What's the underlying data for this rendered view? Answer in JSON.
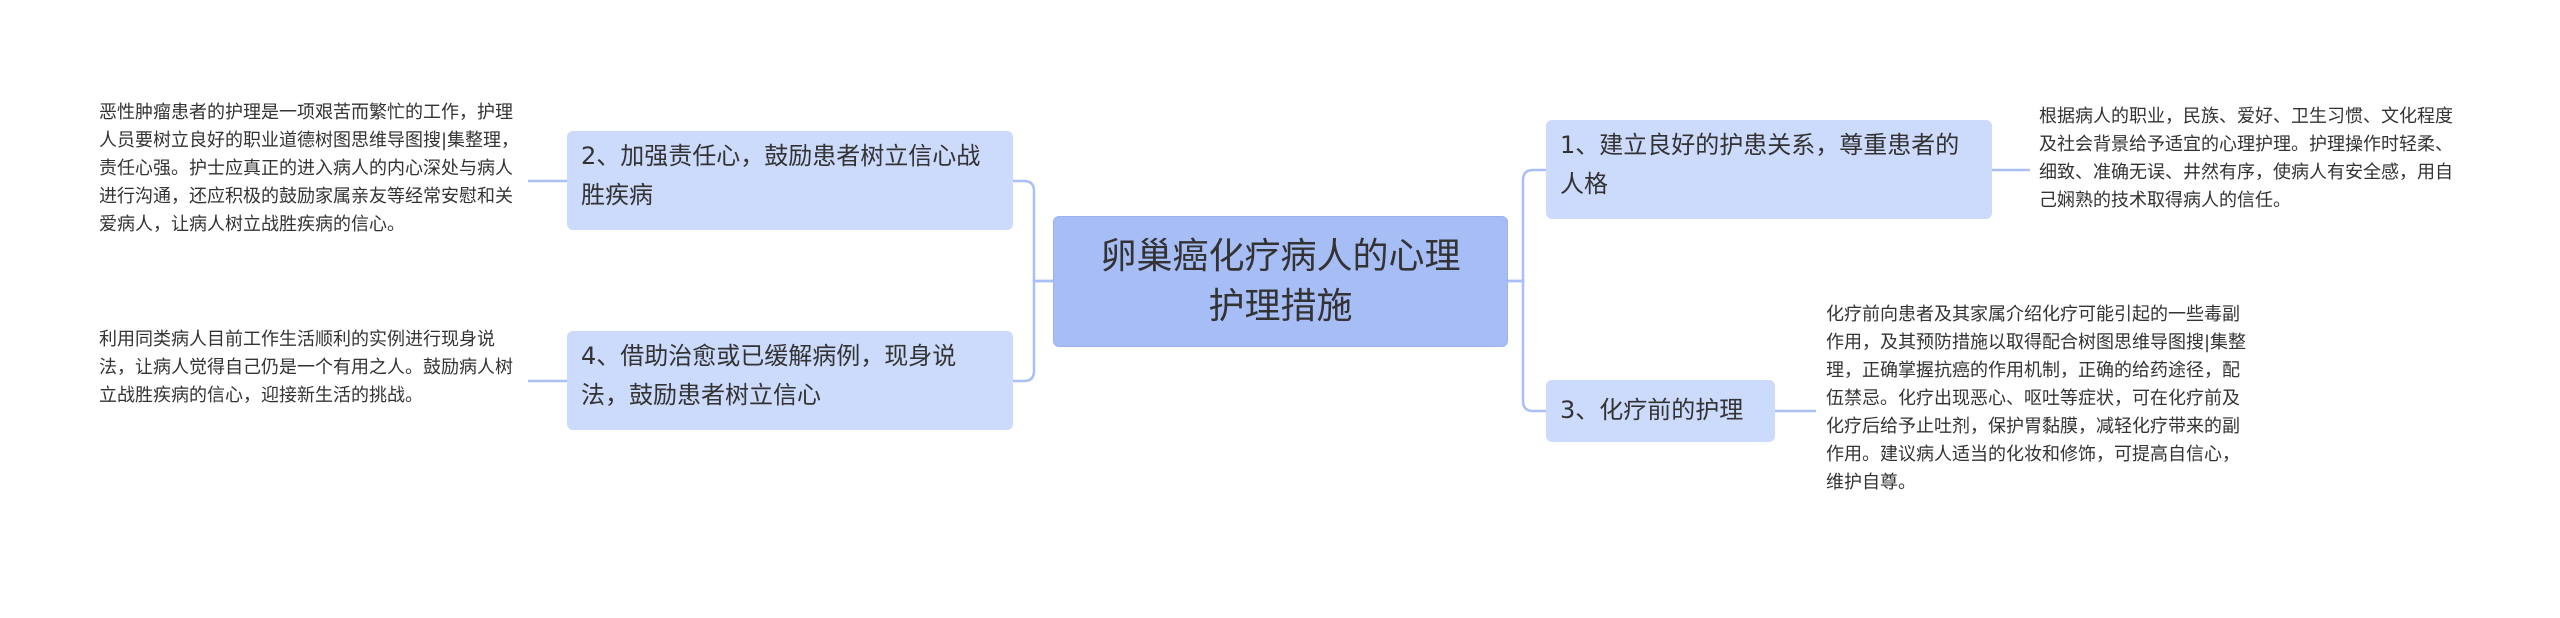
{
  "mindmap": {
    "center": {
      "label": "卵巢癌化疗病人的心理护理措施"
    },
    "branches": [
      {
        "label": "1、建立良好的护患关系，尊重患者的人格",
        "detail": "根据病人的职业，民族、爱好、卫生习惯、文化程度及社会背景给予适宜的心理护理。护理操作时轻柔、细致、准确无误、井然有序，使病人有安全感，用自己娴熟的技术取得病人的信任。"
      },
      {
        "label": "2、加强责任心，鼓励患者树立信心战胜疾病",
        "detail": "恶性肿瘤患者的护理是一项艰苦而繁忙的工作，护理人员要树立良好的职业道德树图思维导图搜|集整理，责任心强。护士应真正的进入病人的内心深处与病人进行沟通，还应积极的鼓励家属亲友等经常安慰和关爱病人，让病人树立战胜疾病的信心。"
      },
      {
        "label": "3、化疗前的护理",
        "detail": "化疗前向患者及其家属介绍化疗可能引起的一些毒副作用，及其预防措施以取得配合树图思维导图搜|集整理，正确掌握抗癌的作用机制，正确的给药途径，配伍禁忌。化疗出现恶心、呕吐等症状，可在化疗前及化疗后给予止吐剂，保护胃黏膜，减轻化疗带来的副作用。建议病人适当的化妆和修饰，可提高自信心，维护自尊。"
      },
      {
        "label": "4、借助治愈或已缓解病例，现身说法，鼓励患者树立信心",
        "detail": "利用同类病人目前工作生活顺利的实例进行现身说法，让病人觉得自己仍是一个有用之人。鼓励病人树立战胜疾病的信心，迎接新生活的挑战。"
      }
    ]
  },
  "colors": {
    "center_fill": "#a7bdf6",
    "branch_fill": "#ccdafb",
    "connector": "#a9bff5",
    "text": "#333333"
  }
}
